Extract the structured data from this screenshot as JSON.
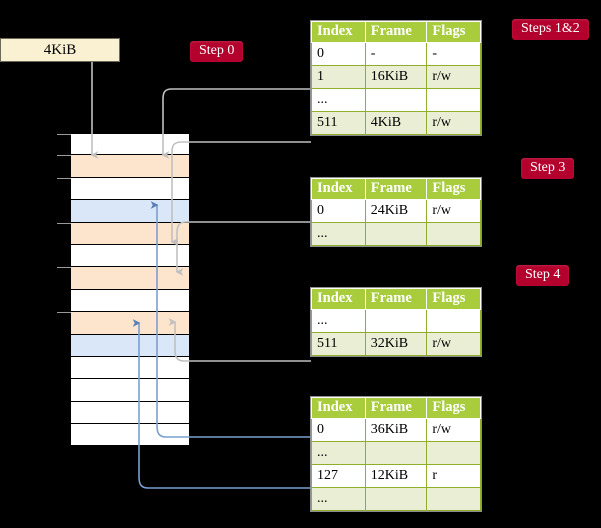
{
  "diagram": {
    "title_hidden": "",
    "source_block": {
      "label": "4KiB"
    },
    "steps": [
      {
        "name": "step-0",
        "label": "Step 0"
      },
      {
        "name": "steps-1-2",
        "label": "Steps 1&2"
      },
      {
        "name": "step-3",
        "label": "Step 3"
      },
      {
        "name": "step-4",
        "label": "Step 4"
      }
    ],
    "colors": {
      "background": "#000000",
      "pill": "#b4002c",
      "table_header": "#a8cc3c",
      "table_alt_row": "#e9eed4",
      "highlight": "#faf8b0",
      "mem_peach": "#fde4cd",
      "mem_blue": "#d9e7f8",
      "source_box": "#faf0d2",
      "wire_gray": "#b0b0b0",
      "wire_blue": "#7b9fd0"
    },
    "columns": [
      "Index",
      "Frame",
      "Flags"
    ],
    "tables": [
      {
        "name": "page-table-level-4",
        "rows": [
          {
            "index": "0",
            "frame": "-",
            "flags": "-",
            "alt": false,
            "highlight": false
          },
          {
            "index": "1",
            "frame": "16KiB",
            "flags": "r/w",
            "alt": true,
            "highlight": false
          },
          {
            "index": "...",
            "frame": "",
            "flags": "",
            "alt": false,
            "highlight": false
          },
          {
            "index": "511",
            "frame": "4KiB",
            "flags": "r/w",
            "alt": true,
            "highlight": true
          }
        ]
      },
      {
        "name": "page-table-level-3",
        "rows": [
          {
            "index": "0",
            "frame": "24KiB",
            "flags": "r/w",
            "alt": false,
            "highlight": false
          },
          {
            "index": "...",
            "frame": "",
            "flags": "",
            "alt": true,
            "highlight": false
          }
        ]
      },
      {
        "name": "page-table-level-2",
        "rows": [
          {
            "index": "...",
            "frame": "",
            "flags": "",
            "alt": false,
            "highlight": false
          },
          {
            "index": "511",
            "frame": "32KiB",
            "flags": "r/w",
            "alt": true,
            "highlight": false
          }
        ]
      },
      {
        "name": "page-table-level-1",
        "rows": [
          {
            "index": "0",
            "frame": "36KiB",
            "flags": "r/w",
            "alt": false,
            "highlight": false
          },
          {
            "index": "...",
            "frame": "",
            "flags": "",
            "alt": true,
            "highlight": false
          },
          {
            "index": "127",
            "frame": "12KiB",
            "flags": "r",
            "alt": false,
            "highlight": false
          },
          {
            "index": "...",
            "frame": "",
            "flags": "",
            "alt": true,
            "highlight": false
          }
        ]
      }
    ],
    "memory_rows": [
      {
        "fill": "white"
      },
      {
        "fill": "peach"
      },
      {
        "fill": "white"
      },
      {
        "fill": "blue"
      },
      {
        "fill": "peach"
      },
      {
        "fill": "white"
      },
      {
        "fill": "peach"
      },
      {
        "fill": "white"
      },
      {
        "fill": "peach"
      },
      {
        "fill": "blue"
      },
      {
        "fill": "white"
      },
      {
        "fill": "white"
      },
      {
        "fill": "white"
      },
      {
        "fill": "white"
      }
    ]
  }
}
